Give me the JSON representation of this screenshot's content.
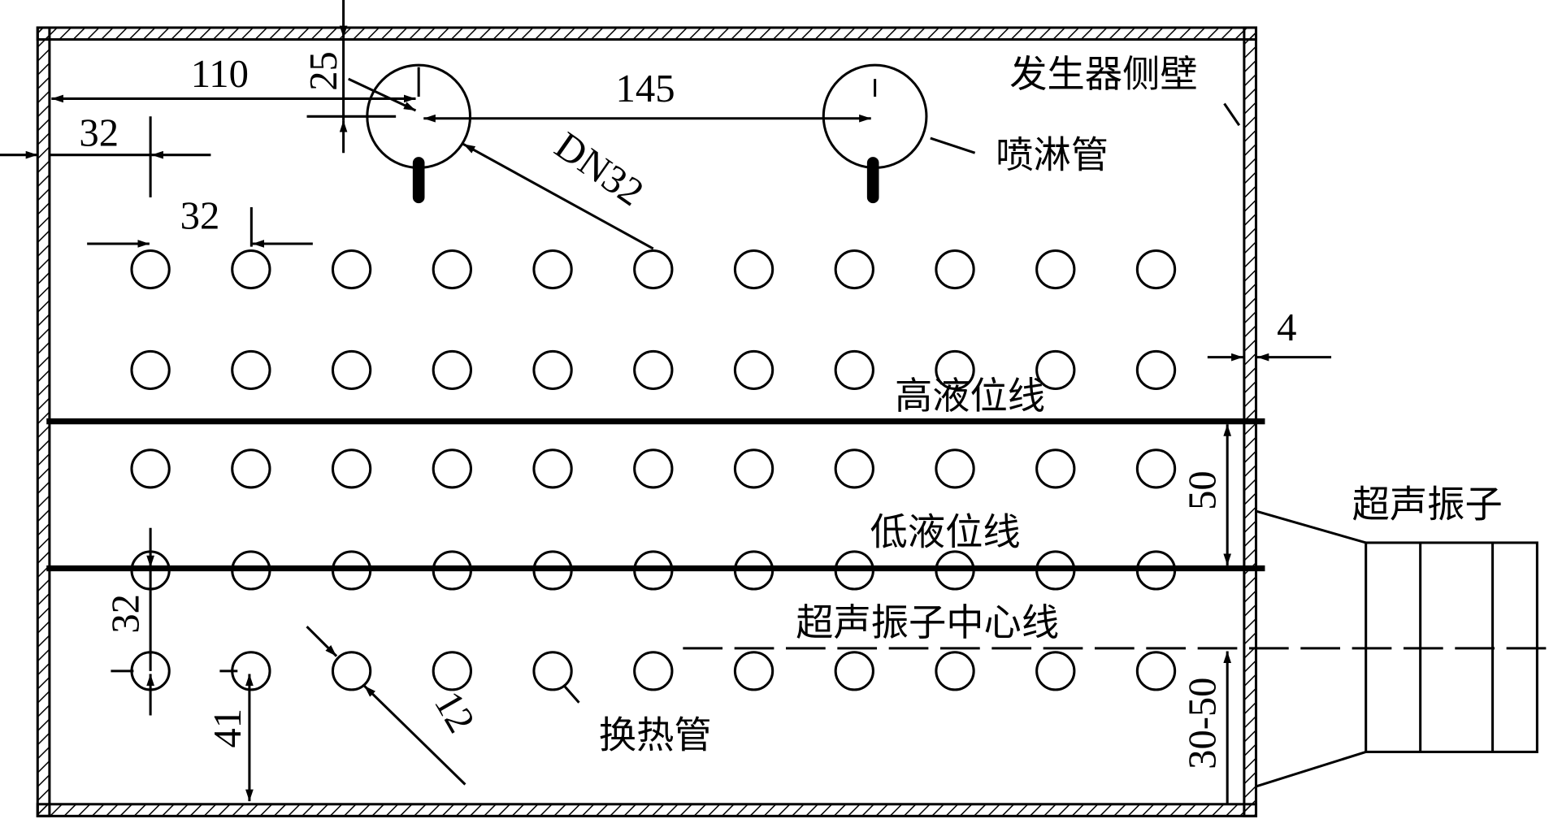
{
  "labels": {
    "dim_110": "110",
    "dim_25": "25",
    "dim_145": "145",
    "dim_32_top": "32",
    "dim_32_pitch": "32",
    "dim_dn32": "DN32",
    "side_wall": "发生器侧壁",
    "spray_pipe": "喷淋管",
    "dim_4": "4",
    "high_level": "高液位线",
    "low_level": "低液位线",
    "transducer_centerline": "超声振子中心线",
    "transducer": "超声振子",
    "dim_50": "50",
    "dim_30_50": "30-50",
    "dim_32_vertical": "32",
    "dim_41": "41",
    "dim_12": "12",
    "heat_tube": "换热管"
  },
  "tube_grid": {
    "rows": 5,
    "columns": 11
  }
}
